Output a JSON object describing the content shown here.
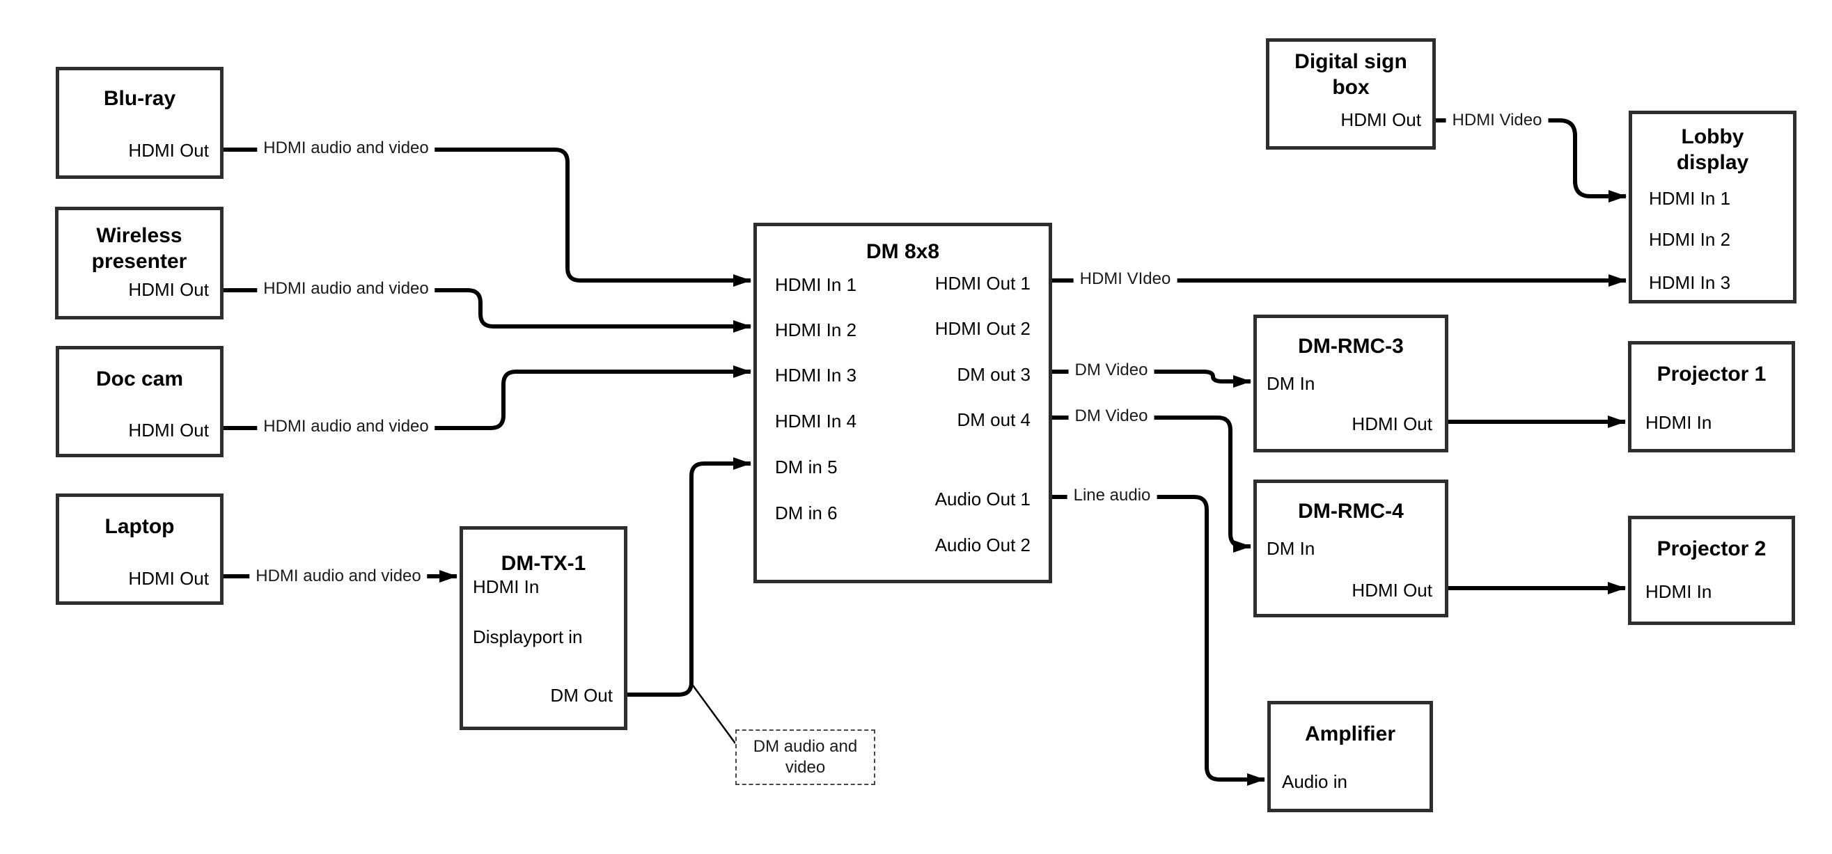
{
  "colors": {
    "background": "#ffffff",
    "box_border": "#2e2e2e",
    "wire": "#000000",
    "text": "#000000"
  },
  "nodes": {
    "bluray": {
      "title": "Blu-ray",
      "port_hdmi_out": "HDMI Out"
    },
    "wireless": {
      "title_line1": "Wireless",
      "title_line2": "presenter",
      "port_hdmi_out": "HDMI Out"
    },
    "doccam": {
      "title": "Doc cam",
      "port_hdmi_out": "HDMI Out"
    },
    "laptop": {
      "title": "Laptop",
      "port_hdmi_out": "HDMI Out"
    },
    "dmtx1": {
      "title": "DM-TX-1",
      "port_hdmi_in": "HDMI In",
      "port_displayport_in": "Displayport in",
      "port_dm_out": "DM Out"
    },
    "dm8x8": {
      "title": "DM 8x8",
      "inputs": [
        "HDMI In 1",
        "HDMI In 2",
        "HDMI In 3",
        "HDMI In 4",
        "DM in 5",
        "DM in 6"
      ],
      "outputs": [
        "HDMI Out 1",
        "HDMI Out 2",
        "DM out 3",
        "DM out 4",
        "Audio Out 1",
        "Audio Out 2"
      ]
    },
    "digitalsign": {
      "title_line1": "Digital sign",
      "title_line2": "box",
      "port_hdmi_out": "HDMI Out"
    },
    "lobby": {
      "title_line1": "Lobby",
      "title_line2": "display",
      "inputs": [
        "HDMI In 1",
        "HDMI In 2",
        "HDMI In 3"
      ]
    },
    "dmrmc3": {
      "title": "DM-RMC-3",
      "port_dm_in": "DM In",
      "port_hdmi_out": "HDMI Out"
    },
    "proj1": {
      "title": "Projector 1",
      "port_hdmi_in": "HDMI In"
    },
    "dmrmc4": {
      "title": "DM-RMC-4",
      "port_dm_in": "DM In",
      "port_hdmi_out": "HDMI Out"
    },
    "proj2": {
      "title": "Projector 2",
      "port_hdmi_in": "HDMI In"
    },
    "amplifier": {
      "title": "Amplifier",
      "port_audio_in": "Audio in"
    }
  },
  "connection_labels": {
    "bluray_to_dm8x8": "HDMI audio and video",
    "wireless_to_dm8x8": "HDMI audio and video",
    "doccam_to_dm8x8": "HDMI audio and video",
    "laptop_to_dmtx1": "HDMI audio and video",
    "hdmi_out1_to_lobby": "HDMI VIdeo",
    "digitalsign_to_lobby": "HDMI Video",
    "dm_out3_to_dmrmc3": "DM Video",
    "dm_out4_to_dmrmc4": "DM Video",
    "audio_out1_to_amplifier": "Line audio"
  },
  "note": {
    "text": "DM audio and video"
  }
}
